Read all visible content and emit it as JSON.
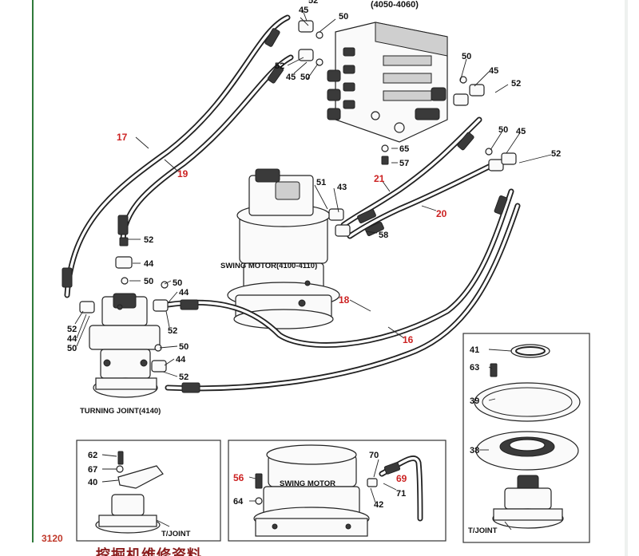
{
  "components": {
    "control_valve_ref": "(4050-4060)",
    "swing_motor": "SWING MOTOR(4100-4110)",
    "turning_joint": "TURNING JOINT(4140)",
    "detail_center_motor": "SWING MOTOR",
    "detail_left_joint": "T/JOINT",
    "detail_right_joint": "T/JOINT"
  },
  "hose_numbers": {
    "h17": "17",
    "h19": "19",
    "h21": "21",
    "h20": "20",
    "h18": "18",
    "h16": "16",
    "h56": "56",
    "h69": "69"
  },
  "part_numbers": {
    "p52a": "52",
    "p45a": "45",
    "p50a": "50",
    "p52b": "52",
    "p45b": "45",
    "p50b": "50",
    "p50c": "50",
    "p45c": "45",
    "p52c": "52",
    "p50d": "50",
    "p45d": "45",
    "p52d": "52",
    "p65": "65",
    "p57": "57",
    "p51": "51",
    "p43": "43",
    "p58": "58",
    "p52e": "52",
    "p44a": "44",
    "p50e": "50",
    "p50f": "50",
    "p44b": "44",
    "p52f": "52",
    "p52g": "52",
    "p44c": "44",
    "p50g": "50",
    "p50h": "50",
    "p44d": "44",
    "p52h": "52",
    "p41": "41",
    "p63": "63",
    "p39": "39",
    "p38": "38",
    "p62": "62",
    "p67": "67",
    "p40": "40",
    "p64": "64",
    "p70": "70",
    "p71": "71",
    "p42": "42"
  },
  "page": {
    "number": "3120",
    "footer": "挖掘机维修资料"
  },
  "colors": {
    "frame_line": "#2f7a3a",
    "callout_red": "#cc2222",
    "ink": "#222222"
  }
}
